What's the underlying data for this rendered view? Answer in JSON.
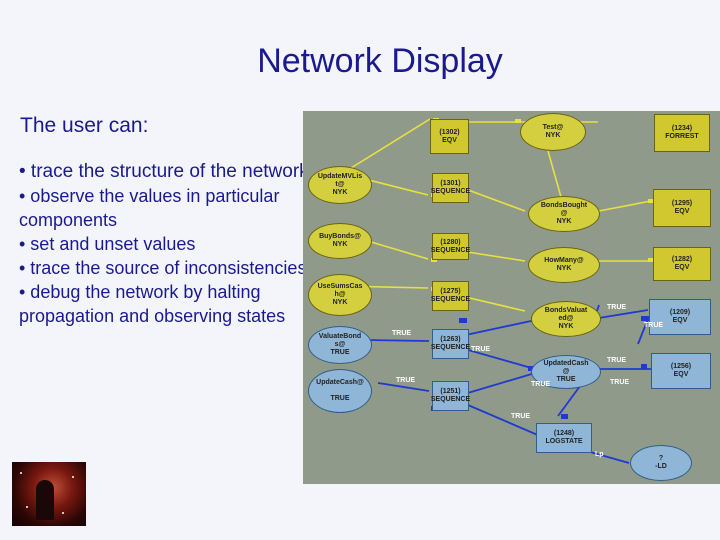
{
  "slide": {
    "title": "Network Display",
    "intro": "The user can:",
    "bullets": [
      "• trace the structure of the network",
      "• observe the values in particular components",
      "• set and unset values",
      "• trace the source of inconsistencies",
      "• debug the network by halting propagation and observing states"
    ]
  },
  "diagram": {
    "nodes": [
      {
        "id": "n1302",
        "text": "(1302)\nEQV"
      },
      {
        "id": "test",
        "text": "Test@\nNYK"
      },
      {
        "id": "n1234",
        "text": "(1234)\nFORREST"
      },
      {
        "id": "updmvlis",
        "text": "UpdateMVLis\nt@\nNYK"
      },
      {
        "id": "n1301",
        "text": "(1301)\nSEQUENCE"
      },
      {
        "id": "bondsbought",
        "text": "BondsBought\n@\nNYK"
      },
      {
        "id": "n1295",
        "text": "(1295)\nEQV"
      },
      {
        "id": "buybonds",
        "text": "BuyBonds@\nNYK"
      },
      {
        "id": "n1280",
        "text": "(1280)\nSEQUENCE"
      },
      {
        "id": "howmany",
        "text": "HowMany@\nNYK"
      },
      {
        "id": "n1282",
        "text": "(1282)\nEQV"
      },
      {
        "id": "usesumscas",
        "text": "UseSumsCas\nh@\nNYK"
      },
      {
        "id": "n1275",
        "text": "(1275)\nSEQUENCE"
      },
      {
        "id": "bondsvalue",
        "text": "BondsValuat\ned@\nNYK"
      },
      {
        "id": "n1209",
        "text": "(1209)\nEQV"
      },
      {
        "id": "valuatebond",
        "text": "ValuateBond\ns@\nTRUE"
      },
      {
        "id": "n1263",
        "text": "(1263)\nSEQUENCE"
      },
      {
        "id": "updcash",
        "text": "UpdatedCash\n@\nTRUE"
      },
      {
        "id": "n1256",
        "text": "(1256)\nEQV"
      },
      {
        "id": "updcash2",
        "text": "UpdateCash@\n\nTRUE"
      },
      {
        "id": "n1251",
        "text": "(1251)\nSEQUENCE"
      },
      {
        "id": "n1248",
        "text": "(1248)\nLOGSTATE"
      },
      {
        "id": "old",
        "text": "?\n-LD"
      }
    ],
    "edge_labels": [
      "TRUE",
      "TRUE",
      "TRUE",
      "TRUE",
      "TRUE",
      "TRUE",
      "TRUE",
      "TRUE",
      "TRUE",
      "Lp"
    ]
  },
  "colors": {
    "text": "#1a1a8c",
    "yellow_node": "#d1c830",
    "blue_node": "#8fb6d6",
    "background": "#8f9a8a"
  }
}
